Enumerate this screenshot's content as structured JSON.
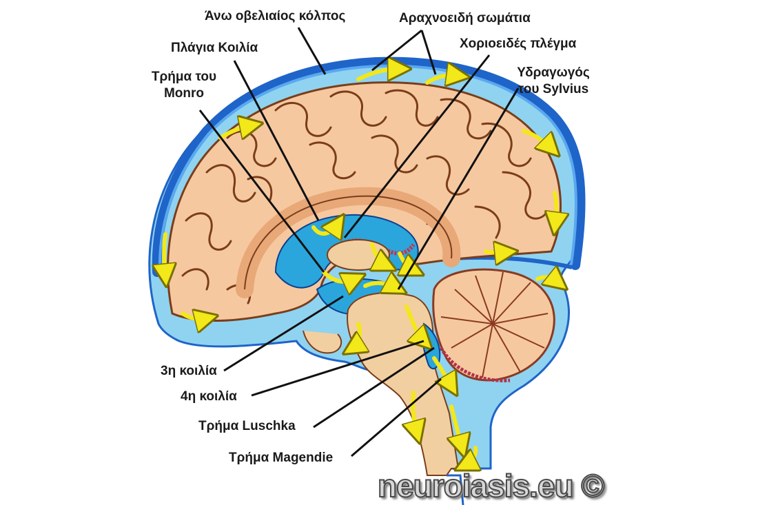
{
  "labels": {
    "superior_sagittal_sinus": "Άνω οβελιαίος κόλπος",
    "arachnoid_granulations": "Αραχνοειδή σωμάτια",
    "lateral_ventricle": "Πλάγια Κοιλία",
    "choroid_plexus": "Χοριοειδές πλέγμα",
    "foramen_monro_line1": "Τρήμα του",
    "foramen_monro_line2": "Monro",
    "aqueduct_line1": "Υδραγωγός",
    "aqueduct_line2": "του Sylvius",
    "third_ventricle": "3η κοιλία",
    "fourth_ventricle": "4η κοιλία",
    "foramen_luschka": "Τρήμα Luschka",
    "foramen_magendie": "Τρήμα  Magendie"
  },
  "watermark": "neuroiasis.eu ©",
  "colors": {
    "csf_light": "#8fd3f0",
    "csf_mid": "#2aa6dc",
    "sinus": "#1f64c8",
    "sinus_dark": "#0d3f8f",
    "brain": "#f6c8a0",
    "brain_edge": "#7a3d1a",
    "brainstem": "#f2cfa0",
    "flow_arrow": "#f2e81a",
    "plexus": "#c8324a",
    "leader": "#111111"
  }
}
